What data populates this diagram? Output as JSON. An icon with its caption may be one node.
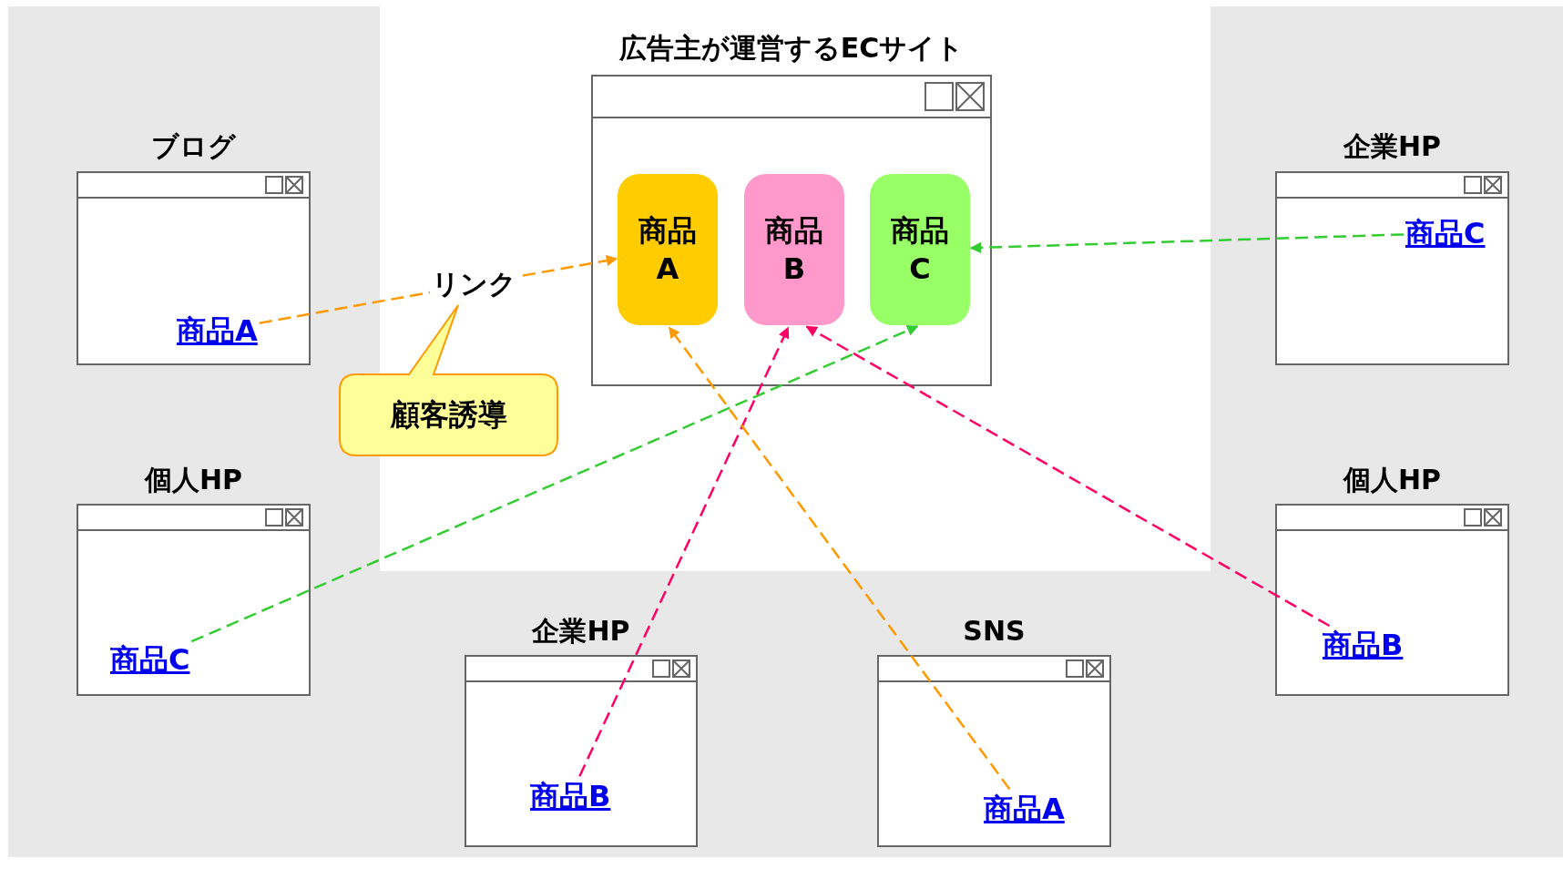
{
  "diagram": {
    "nodes": [
      {
        "text": [
          "広告主が運営するECサイト"
        ]
      },
      {
        "text": [
          "商品 A"
        ],
        "in": 0
      },
      {
        "text": [
          "商品 B"
        ],
        "in": 0
      },
      {
        "text": [
          "商品 C"
        ],
        "in": 0
      },
      {
        "text": [
          "ブログ"
        ]
      },
      {
        "text": [
          "商品A"
        ],
        "in": 4
      },
      {
        "text": [
          "企業HP"
        ]
      },
      {
        "text": [
          "商品C"
        ],
        "in": 6
      },
      {
        "text": [
          "個人HP"
        ]
      },
      {
        "text": [
          "商品C"
        ],
        "in": 8
      },
      {
        "text": [
          "個人HP"
        ]
      },
      {
        "text": [
          "商品B"
        ],
        "in": 10
      },
      {
        "text": [
          "企業HP"
        ]
      },
      {
        "text": [
          "商品B"
        ],
        "in": 12
      },
      {
        "text": [
          "SNS"
        ]
      },
      {
        "text": [
          "商品A"
        ],
        "in": 14
      },
      {
        "text": [
          "顧客誘導"
        ]
      }
    ],
    "edges": [
      {
        "from": 5,
        "to": 1,
        "arrow": "to",
        "style": "dashed",
        "color": "#ff9900",
        "label": "リンク"
      },
      {
        "from": 7,
        "to": 3,
        "arrow": "to",
        "style": "dashed",
        "color": "#33cc33"
      },
      {
        "from": 9,
        "to": 3,
        "arrow": "to",
        "style": "dashed",
        "color": "#33cc33"
      },
      {
        "from": 13,
        "to": 2,
        "arrow": "to",
        "style": "dashed",
        "color": "#ff0066"
      },
      {
        "from": 11,
        "to": 2,
        "arrow": "to",
        "style": "dashed",
        "color": "#ff0066"
      },
      {
        "from": 15,
        "to": 1,
        "arrow": "to",
        "style": "dashed",
        "color": "#ff9900"
      }
    ]
  }
}
